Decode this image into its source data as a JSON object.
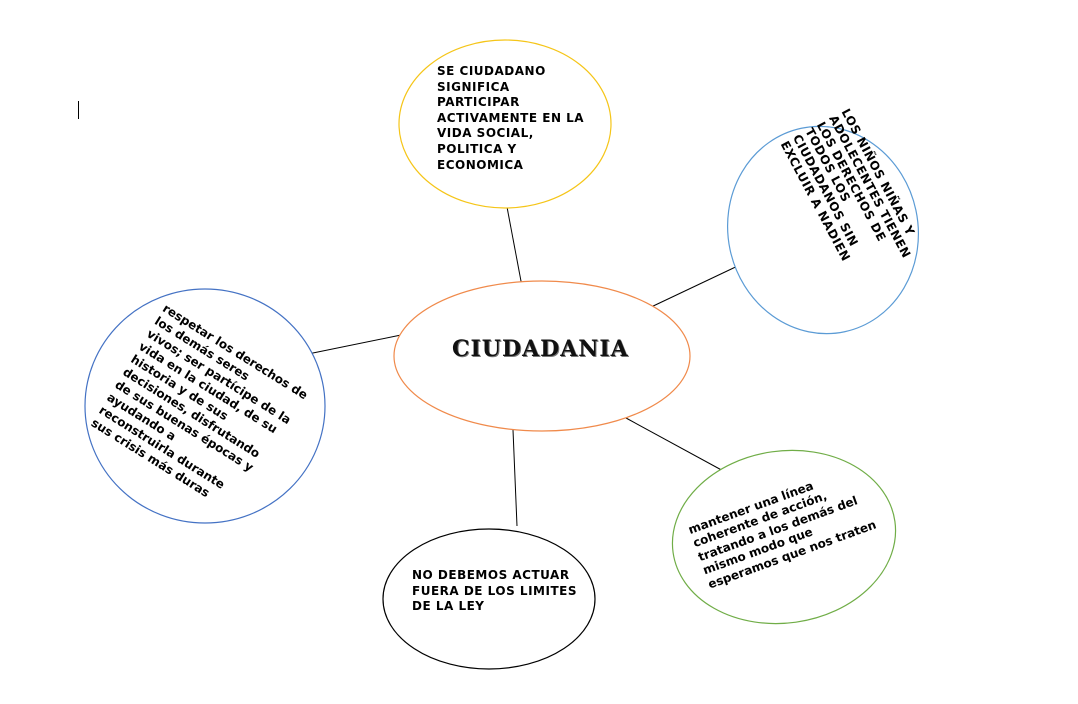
{
  "center": {
    "label": "CIUDADANIA",
    "border_color": "#F08A4B"
  },
  "nodes": {
    "top": {
      "text": "SE CIUDADANO\nSIGNIFICA\nPARTICIPAR\nACTIVAMENTE EN LA\nVIDA SOCIAL,\nPOLITICA Y\nECONOMICA",
      "border_color": "#F5C518"
    },
    "right": {
      "text": "LOS NIÑOS NIÑAS Y\nADOLECENTES TIENEN\nLOS DERECHOS DE\nTODOS LOS\nCIUDADANOS      SIN\nEXCLUIR A NADIEN",
      "border_color": "#5B9BD5"
    },
    "left": {
      "text": "respetar los derechos de\nlos demás seres\nvivos; ser partícipe de la\nvida en la ciudad, de su\nhistoria y de sus\ndecisiones, disfrutando\nde sus buenas épocas y\nayudando a\nreconstruirla durante\nsus crisis más duras",
      "border_color": "#4472C4"
    },
    "bottom": {
      "text": "NO DEBEMOS ACTUAR\nFUERA DE LOS LIMITES\nDE LA LEY",
      "border_color": "#000000"
    },
    "bottom_right": {
      "text": "mantener una línea\ncoherente de acción,\ntratando a los demás del\nmismo modo que\nesperamos que nos traten",
      "border_color": "#70AD47"
    }
  },
  "connector_color": "#000000"
}
